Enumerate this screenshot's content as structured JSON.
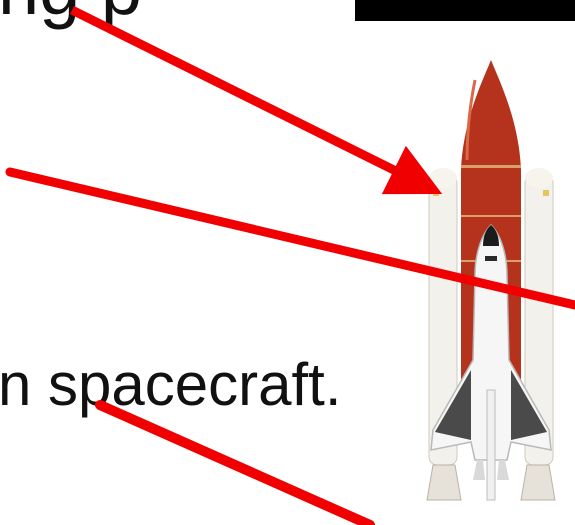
{
  "slide": {
    "top_text": "ng p",
    "main_text": "n spacecraft.",
    "image": "space-shuttle-illustration"
  },
  "colors": {
    "arrow": "#f00000",
    "text": "#111111",
    "tank": "#b5321c",
    "shuttle": "#f4f4f4"
  }
}
